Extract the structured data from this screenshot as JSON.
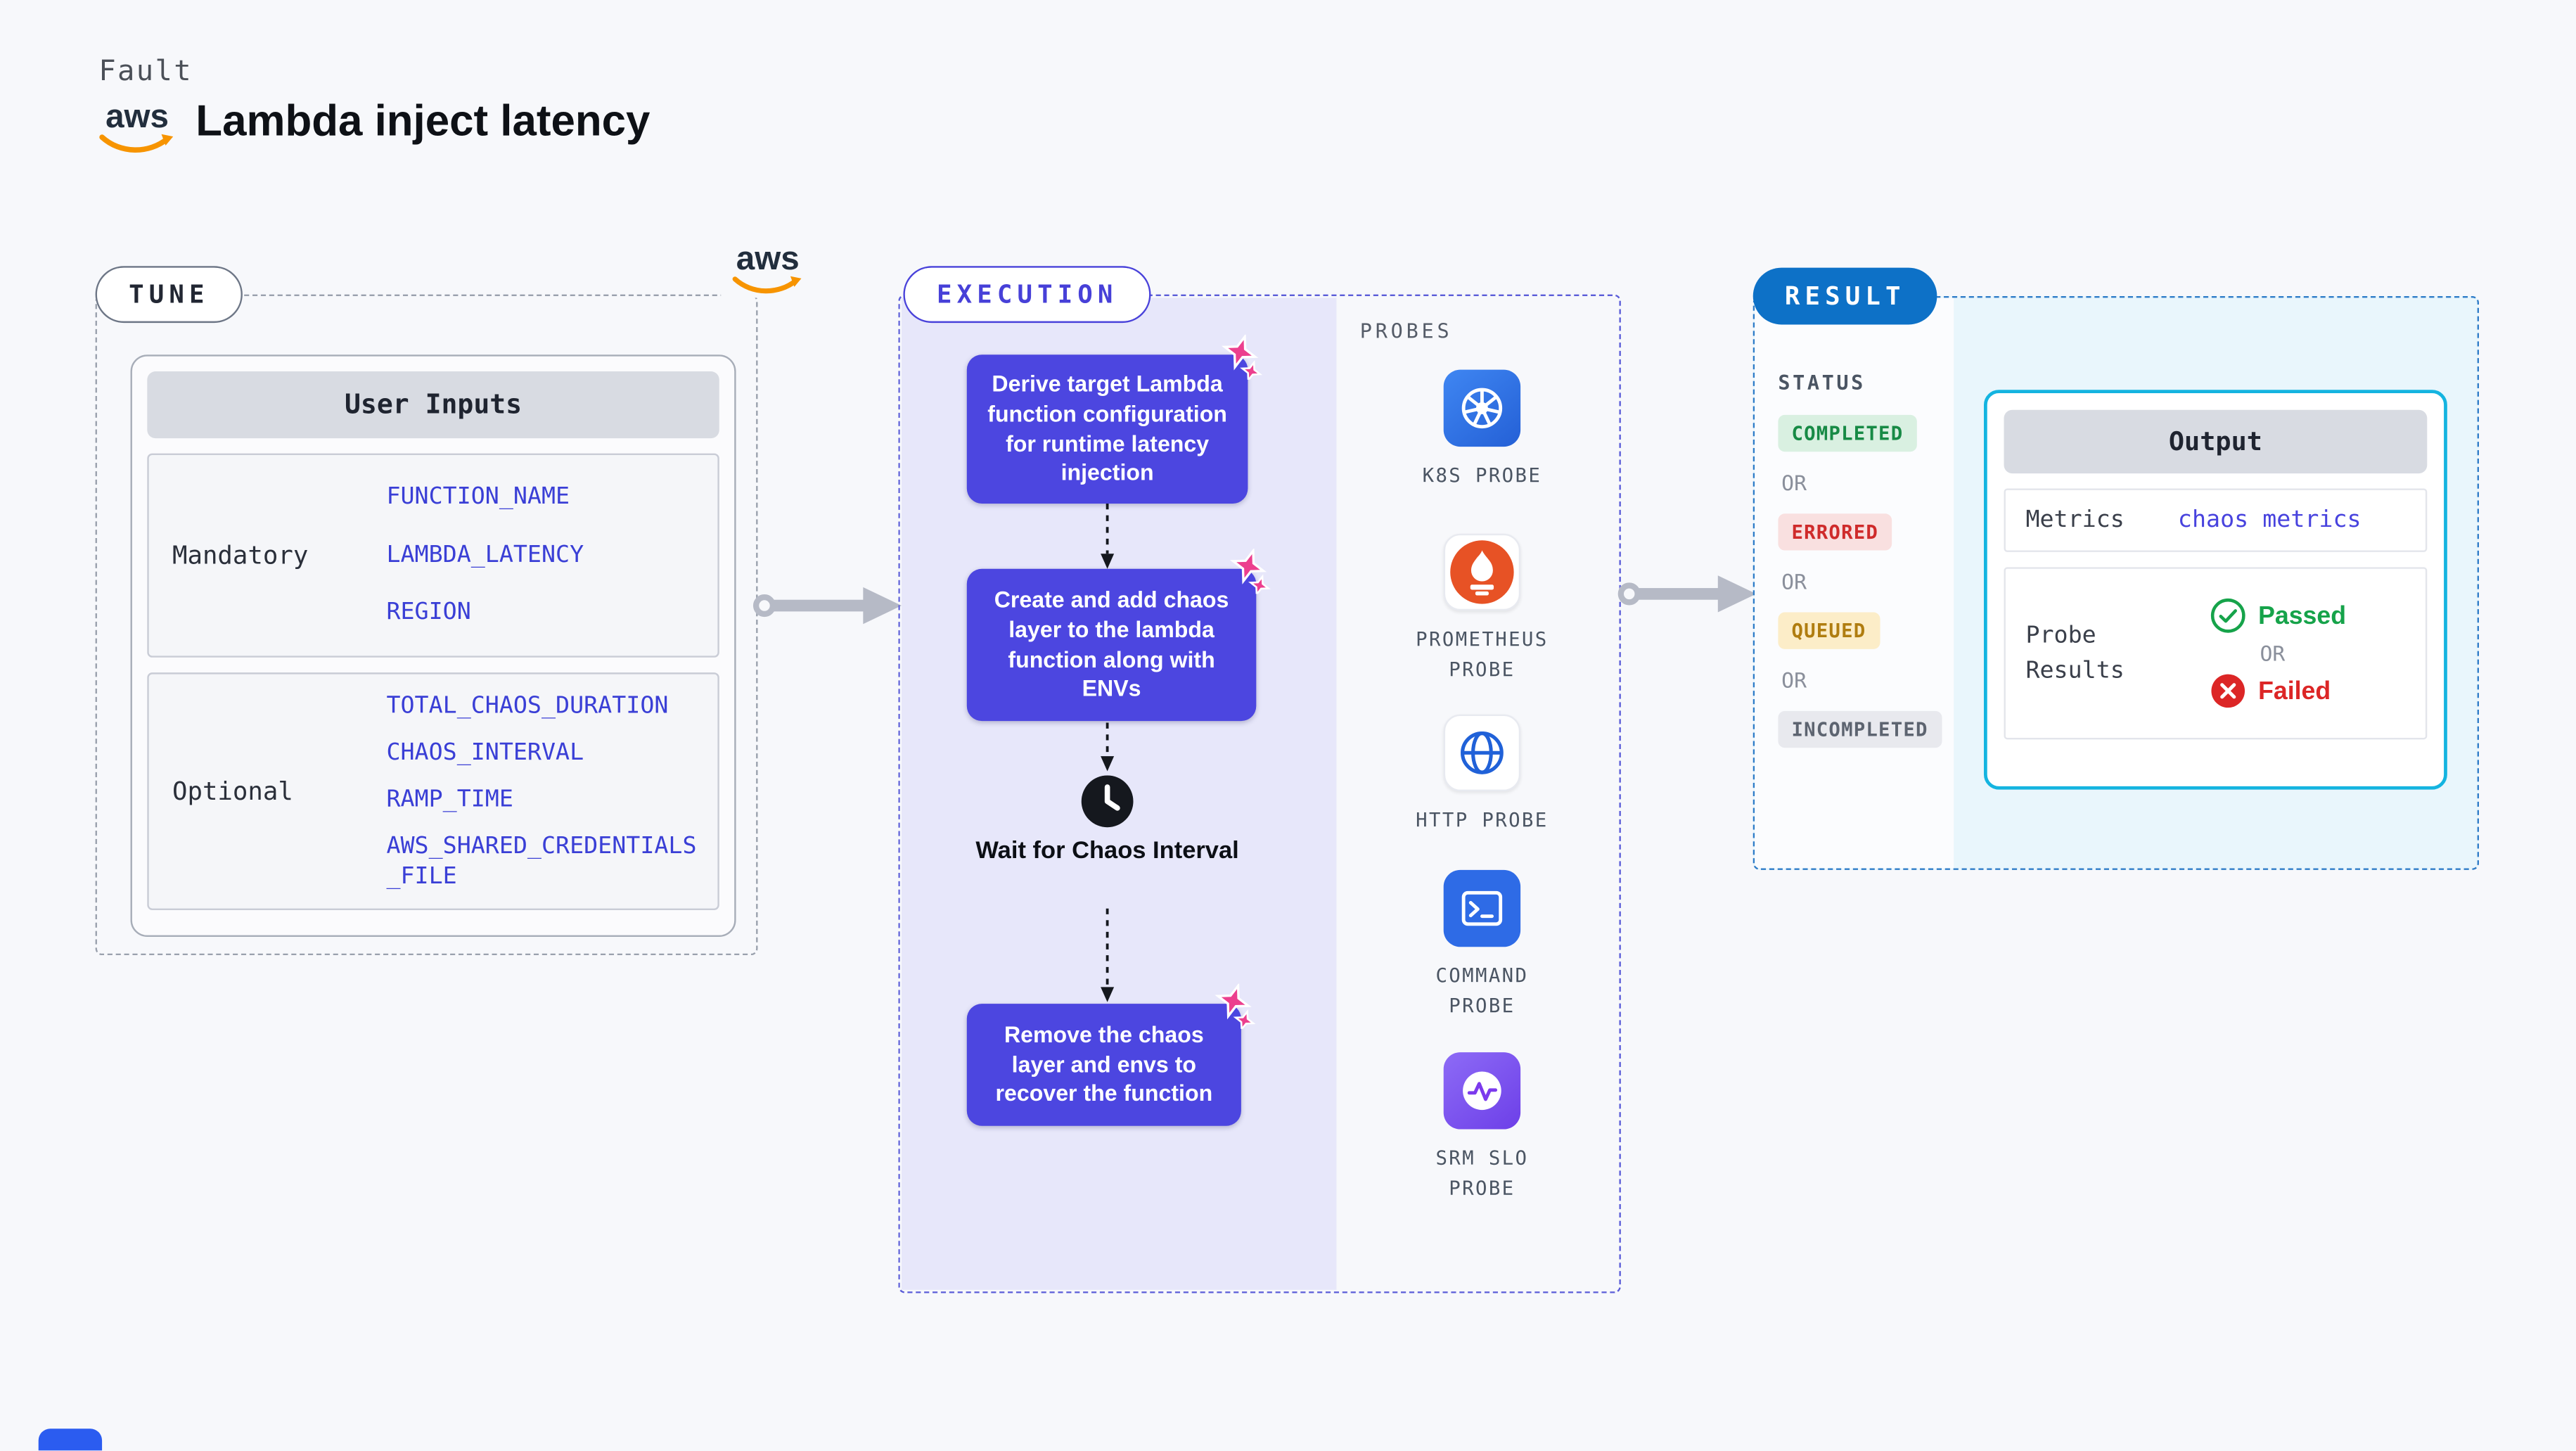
{
  "palette": {
    "accent_indigo": "#4C46E0",
    "execution_bg": "#E7E7FA",
    "result_blue": "#0D71C7",
    "output_border_cyan": "#14B4E0",
    "aws_orange": "#F79400",
    "sparkle_pink": "#EC3F8E",
    "passed_green": "#16A34A",
    "failed_red": "#DC2626"
  },
  "header": {
    "kicker": "Fault",
    "title": "Lambda inject latency",
    "aws_logo_text": "aws"
  },
  "tune": {
    "badge": "TUNE",
    "table": {
      "title": "User Inputs",
      "groups": [
        {
          "label": "Mandatory",
          "params": [
            "FUNCTION_NAME",
            "LAMBDA_LATENCY",
            "REGION"
          ]
        },
        {
          "label": "Optional",
          "params": [
            "TOTAL_CHAOS_DURATION",
            "CHAOS_INTERVAL",
            "RAMP_TIME",
            "AWS_SHARED_CREDENTIALS_FILE"
          ]
        }
      ]
    }
  },
  "execution": {
    "badge": "EXECUTION",
    "steps": [
      "Derive target Lambda function configuration for runtime latency injection",
      "Create and add chaos layer to the lambda function along with ENVs",
      "Wait for Chaos Interval",
      "Remove the chaos layer and envs to recover the function"
    ]
  },
  "probes": {
    "title": "PROBES",
    "items": [
      {
        "label": "K8S PROBE",
        "icon": "kubernetes-icon"
      },
      {
        "label": "PROMETHEUS PROBE",
        "icon": "prometheus-icon"
      },
      {
        "label": "HTTP PROBE",
        "icon": "globe-icon"
      },
      {
        "label": "COMMAND PROBE",
        "icon": "terminal-icon"
      },
      {
        "label": "SRM SLO PROBE",
        "icon": "slo-gauge-icon"
      }
    ]
  },
  "result": {
    "badge": "RESULT",
    "status_heading": "STATUS",
    "or_label": "OR",
    "statuses": [
      {
        "label": "COMPLETED",
        "text_color": "#178A45",
        "bg_color": "#D9F0E1"
      },
      {
        "label": "ERRORED",
        "text_color": "#CF2B2B",
        "bg_color": "#F9E0E0"
      },
      {
        "label": "QUEUED",
        "text_color": "#B07D10",
        "bg_color": "#FCEDC8"
      },
      {
        "label": "INCOMPLETED",
        "text_color": "#5D6470",
        "bg_color": "#E8E9EE"
      }
    ],
    "output": {
      "title": "Output",
      "metrics_label": "Metrics",
      "metrics_link": "chaos metrics",
      "probe_results_label": "Probe Results",
      "passed_label": "Passed",
      "failed_label": "Failed",
      "or_label": "OR"
    }
  }
}
